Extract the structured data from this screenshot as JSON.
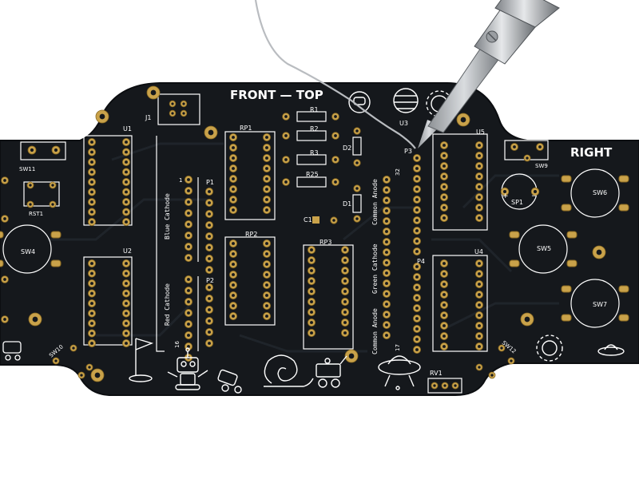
{
  "board": {
    "title": "FRONT — TOP",
    "side": "RIGHT",
    "colors": {
      "board": "#15181c",
      "board_edge": "#0c0e11",
      "trace": "#1f242a",
      "silk": "#ffffff",
      "gold": "#c9a24a",
      "gold_dark": "#8a6a22",
      "background": "#ffffff"
    }
  },
  "labels": {
    "j1": "J1",
    "u1": "U1",
    "u2": "U2",
    "u3": "U3",
    "u4": "U4",
    "u5": "U5",
    "rp1": "RP1",
    "rp2": "RP2",
    "rp3": "RP3",
    "r1": "R1",
    "r2": "R2",
    "r3": "R3",
    "r25": "R25",
    "d1": "D1",
    "d2": "D2",
    "c1": "C1",
    "p1": "P1",
    "p2": "P2",
    "p3": "P3",
    "p4": "P4",
    "sw4": "SW4",
    "sw5": "SW5",
    "sw6": "SW6",
    "sw7": "SW7",
    "sw9": "SW9",
    "sw10": "SW10",
    "sw11": "SW11",
    "sw12": "SW12",
    "sp1": "SP1",
    "rst1": "RST1",
    "rv1": "RV1",
    "blue_cathode": "Blue Cathode",
    "red_cathode": "Red Cathode",
    "common_anode_top": "Common Anode",
    "green_cathode": "Green Cathode",
    "common_anode_bottom": "Common Anode",
    "pin_1": "1",
    "pin_16": "16",
    "pin_17": "17",
    "pin_32": "32",
    "sp_plus": "+",
    "sp_minus": "−"
  },
  "icons": [
    "robot-icon",
    "rover-icon",
    "snail-icon",
    "ufo-icon",
    "planet-icon",
    "gear-icon",
    "flag-icon",
    "astronaut-icon",
    "soldering-iron-icon",
    "solder-wire-icon"
  ]
}
